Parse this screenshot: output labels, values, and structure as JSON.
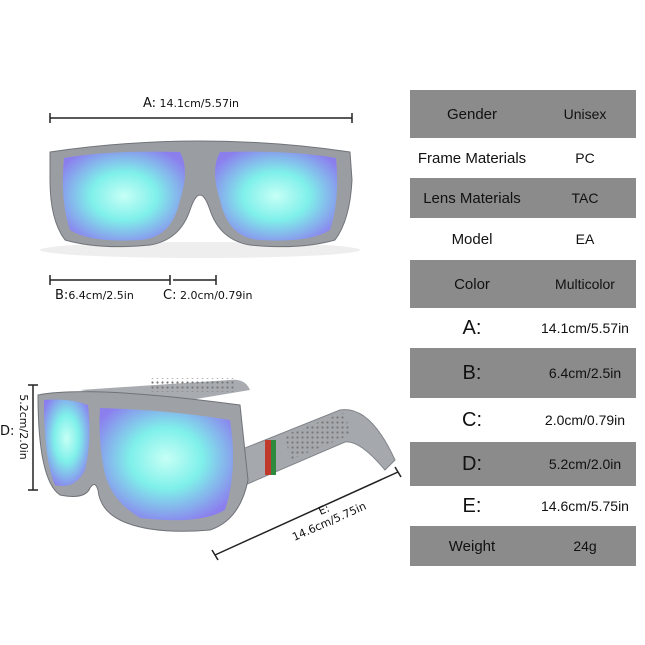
{
  "dimensions_front": {
    "a": {
      "label": "A:",
      "value": "14.1cm/5.57in"
    },
    "b": {
      "label": "B:",
      "value": "6.4cm/2.5in"
    },
    "c": {
      "label": "C:",
      "value": "2.0cm/0.79in"
    }
  },
  "dimensions_side": {
    "d": {
      "label": "D:",
      "value": "5.2cm/2.0in"
    },
    "e": {
      "label": "E:",
      "value": "14.6cm/5.75in"
    }
  },
  "specs": [
    {
      "key": "Gender",
      "value": "Unisex",
      "shade": "gray"
    },
    {
      "key": "Frame Materials",
      "value": "PC",
      "shade": "white"
    },
    {
      "key": "Lens Materials",
      "value": "TAC",
      "shade": "gray"
    },
    {
      "key": "Model",
      "value": "EA",
      "shade": "white"
    },
    {
      "key": "Color",
      "value": "Multicolor",
      "shade": "gray"
    },
    {
      "key": "A:",
      "value": "14.1cm/5.57in",
      "shade": "white"
    },
    {
      "key": "B:",
      "value": "6.4cm/2.5in",
      "shade": "gray"
    },
    {
      "key": "C:",
      "value": "2.0cm/0.79in",
      "shade": "white"
    },
    {
      "key": "D:",
      "value": "5.2cm/2.0in",
      "shade": "gray"
    },
    {
      "key": "E:",
      "value": "14.6cm/5.75in",
      "shade": "white"
    },
    {
      "key": "Weight",
      "value": "24g",
      "shade": "gray"
    }
  ],
  "colors": {
    "frame": "#8f9499",
    "lens_center": "#a8fbf0",
    "lens_edge": "#8a8cf0",
    "table_gray": "#8b8b8b"
  }
}
